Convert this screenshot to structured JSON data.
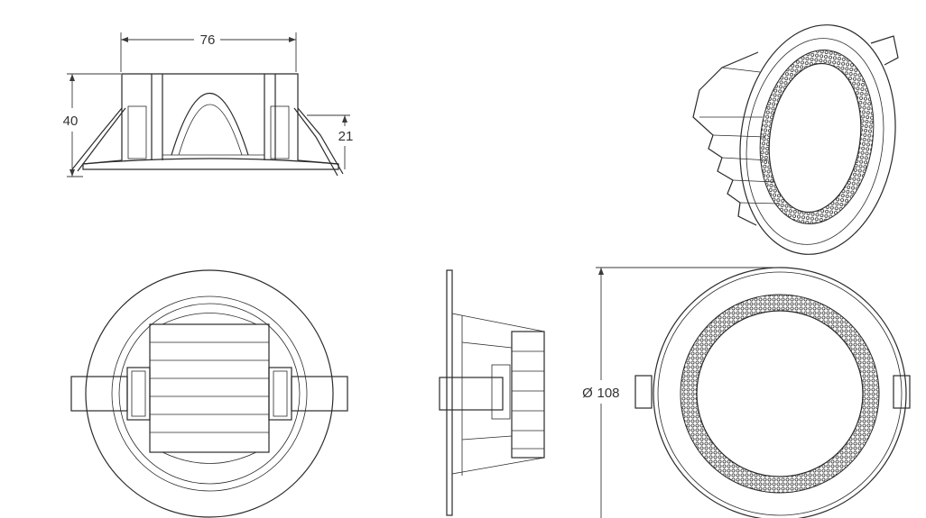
{
  "dimensions": {
    "width": "76",
    "height": "40",
    "recess": "21",
    "diameter": "108",
    "diameter_symbol": "Ø"
  },
  "colors": {
    "line": "#2a2a2a",
    "background": "#ffffff"
  },
  "icons": {
    "perforation_pattern": "dot-ring-pattern"
  }
}
